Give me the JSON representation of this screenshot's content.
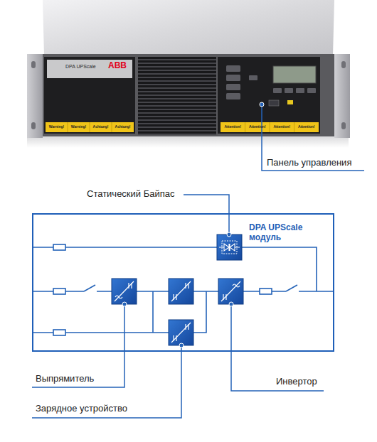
{
  "diagram": {
    "nodes": [
      {
        "text": [
          "DPA UPScale модуль"
        ]
      }
    ],
    "labels": [
      "DPA UPScale",
      "ABB",
      "Warning!",
      "Warning!",
      "Achtung!",
      "Achtung!",
      "Attention!",
      "Attention!",
      "Attention!",
      "Attention!",
      "Панель управления",
      "Статический Байпас",
      "Выпрямитель",
      "Инвертор",
      "Зарядное устройство"
    ]
  }
}
